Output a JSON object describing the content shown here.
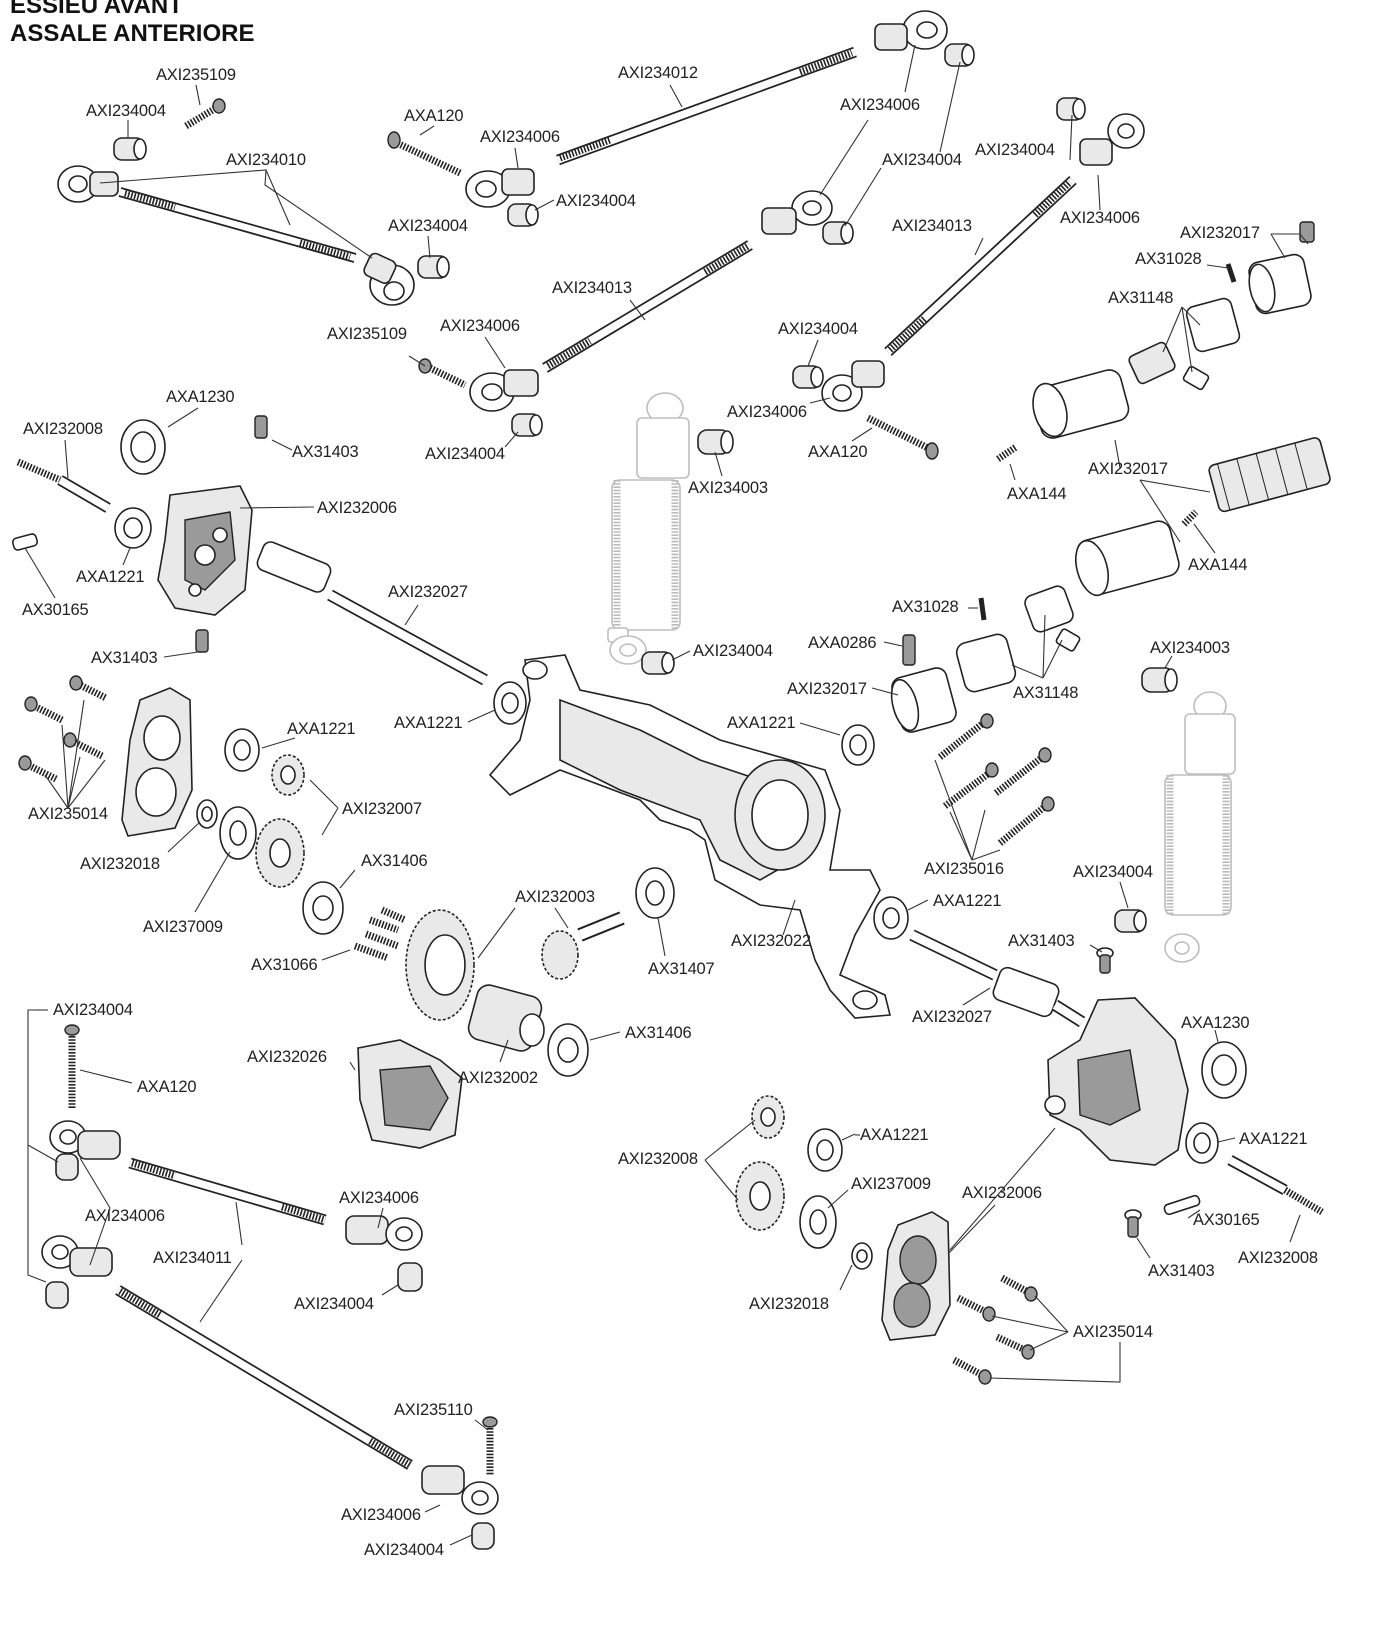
{
  "header": {
    "title_line1": "ESSIEU AVANT",
    "title_line2": "ASSALE ANTERIORE"
  },
  "labels": [
    {
      "id": "l01",
      "text": "AXI235109"
    },
    {
      "id": "l02",
      "text": "AXI234004"
    },
    {
      "id": "l03",
      "text": "AXI234010"
    },
    {
      "id": "l04",
      "text": "AXA120"
    },
    {
      "id": "l05",
      "text": "AXI234006"
    },
    {
      "id": "l06",
      "text": "AXI234004"
    },
    {
      "id": "l07",
      "text": "AXI234012"
    },
    {
      "id": "l08",
      "text": "AXI234006"
    },
    {
      "id": "l09",
      "text": "AXI234004"
    },
    {
      "id": "l10",
      "text": "AXI234004"
    },
    {
      "id": "l11",
      "text": "AXI234004"
    },
    {
      "id": "l12",
      "text": "AXI234013"
    },
    {
      "id": "l13",
      "text": "AXI234006"
    },
    {
      "id": "l14",
      "text": "AXI232017"
    },
    {
      "id": "l15",
      "text": "AX31028"
    },
    {
      "id": "l16",
      "text": "AX31148"
    },
    {
      "id": "l17",
      "text": "AXI234013"
    },
    {
      "id": "l18",
      "text": "AXI235109"
    },
    {
      "id": "l19",
      "text": "AXI234006"
    },
    {
      "id": "l20",
      "text": "AXI234004"
    },
    {
      "id": "l21",
      "text": "AXI234004"
    },
    {
      "id": "l22",
      "text": "AXI234006"
    },
    {
      "id": "l23",
      "text": "AXA120"
    },
    {
      "id": "l24",
      "text": "AXI234003"
    },
    {
      "id": "l25",
      "text": "AXA144"
    },
    {
      "id": "l26",
      "text": "AXI232017"
    },
    {
      "id": "l27",
      "text": "AXA144"
    },
    {
      "id": "l28",
      "text": "AXA1230"
    },
    {
      "id": "l29",
      "text": "AXI232008"
    },
    {
      "id": "l30",
      "text": "AX31403"
    },
    {
      "id": "l31",
      "text": "AXI232006"
    },
    {
      "id": "l32",
      "text": "AXA1221"
    },
    {
      "id": "l33",
      "text": "AX30165"
    },
    {
      "id": "l34",
      "text": "AXI232027"
    },
    {
      "id": "l35",
      "text": "AX31403"
    },
    {
      "id": "l36",
      "text": "AXI234004"
    },
    {
      "id": "l37",
      "text": "AX31028"
    },
    {
      "id": "l38",
      "text": "AXA0286"
    },
    {
      "id": "l39",
      "text": "AXI232017"
    },
    {
      "id": "l40",
      "text": "AX31148"
    },
    {
      "id": "l41",
      "text": "AXI234003"
    },
    {
      "id": "l42",
      "text": "AXA1221"
    },
    {
      "id": "l43",
      "text": "AXA1221"
    },
    {
      "id": "l44",
      "text": "AXA1221"
    },
    {
      "id": "l45",
      "text": "AXI235014"
    },
    {
      "id": "l46",
      "text": "AXI232007"
    },
    {
      "id": "l47",
      "text": "AXI232018"
    },
    {
      "id": "l48",
      "text": "AX31406"
    },
    {
      "id": "l49",
      "text": "AXI237009"
    },
    {
      "id": "l50",
      "text": "AXI235016"
    },
    {
      "id": "l51",
      "text": "AXI234004"
    },
    {
      "id": "l52",
      "text": "AXA1221"
    },
    {
      "id": "l53",
      "text": "AXI232003"
    },
    {
      "id": "l54",
      "text": "AX31066"
    },
    {
      "id": "l55",
      "text": "AX31407"
    },
    {
      "id": "l56",
      "text": "AXI232022"
    },
    {
      "id": "l57",
      "text": "AX31403"
    },
    {
      "id": "l58",
      "text": "AXI234004"
    },
    {
      "id": "l59",
      "text": "AXA120"
    },
    {
      "id": "l60",
      "text": "AXI232026"
    },
    {
      "id": "l61",
      "text": "AXI232002"
    },
    {
      "id": "l62",
      "text": "AX31406"
    },
    {
      "id": "l63",
      "text": "AXI232027"
    },
    {
      "id": "l64",
      "text": "AXA1230"
    },
    {
      "id": "l65",
      "text": "AXA1221"
    },
    {
      "id": "l66",
      "text": "AXI232008"
    },
    {
      "id": "l67",
      "text": "AXI237009"
    },
    {
      "id": "l68",
      "text": "AXA1221"
    },
    {
      "id": "l69",
      "text": "AXI232006"
    },
    {
      "id": "l70",
      "text": "AXI234006"
    },
    {
      "id": "l71",
      "text": "AXI234006"
    },
    {
      "id": "l72",
      "text": "AXI234011"
    },
    {
      "id": "l73",
      "text": "AXI234004"
    },
    {
      "id": "l74",
      "text": "AX30165"
    },
    {
      "id": "l75",
      "text": "AX31403"
    },
    {
      "id": "l76",
      "text": "AXI232008"
    },
    {
      "id": "l77",
      "text": "AXI232018"
    },
    {
      "id": "l78",
      "text": "AXI235014"
    },
    {
      "id": "l79",
      "text": "AXI235110"
    },
    {
      "id": "l80",
      "text": "AXI234006"
    },
    {
      "id": "l81",
      "text": "AXI234004"
    }
  ]
}
